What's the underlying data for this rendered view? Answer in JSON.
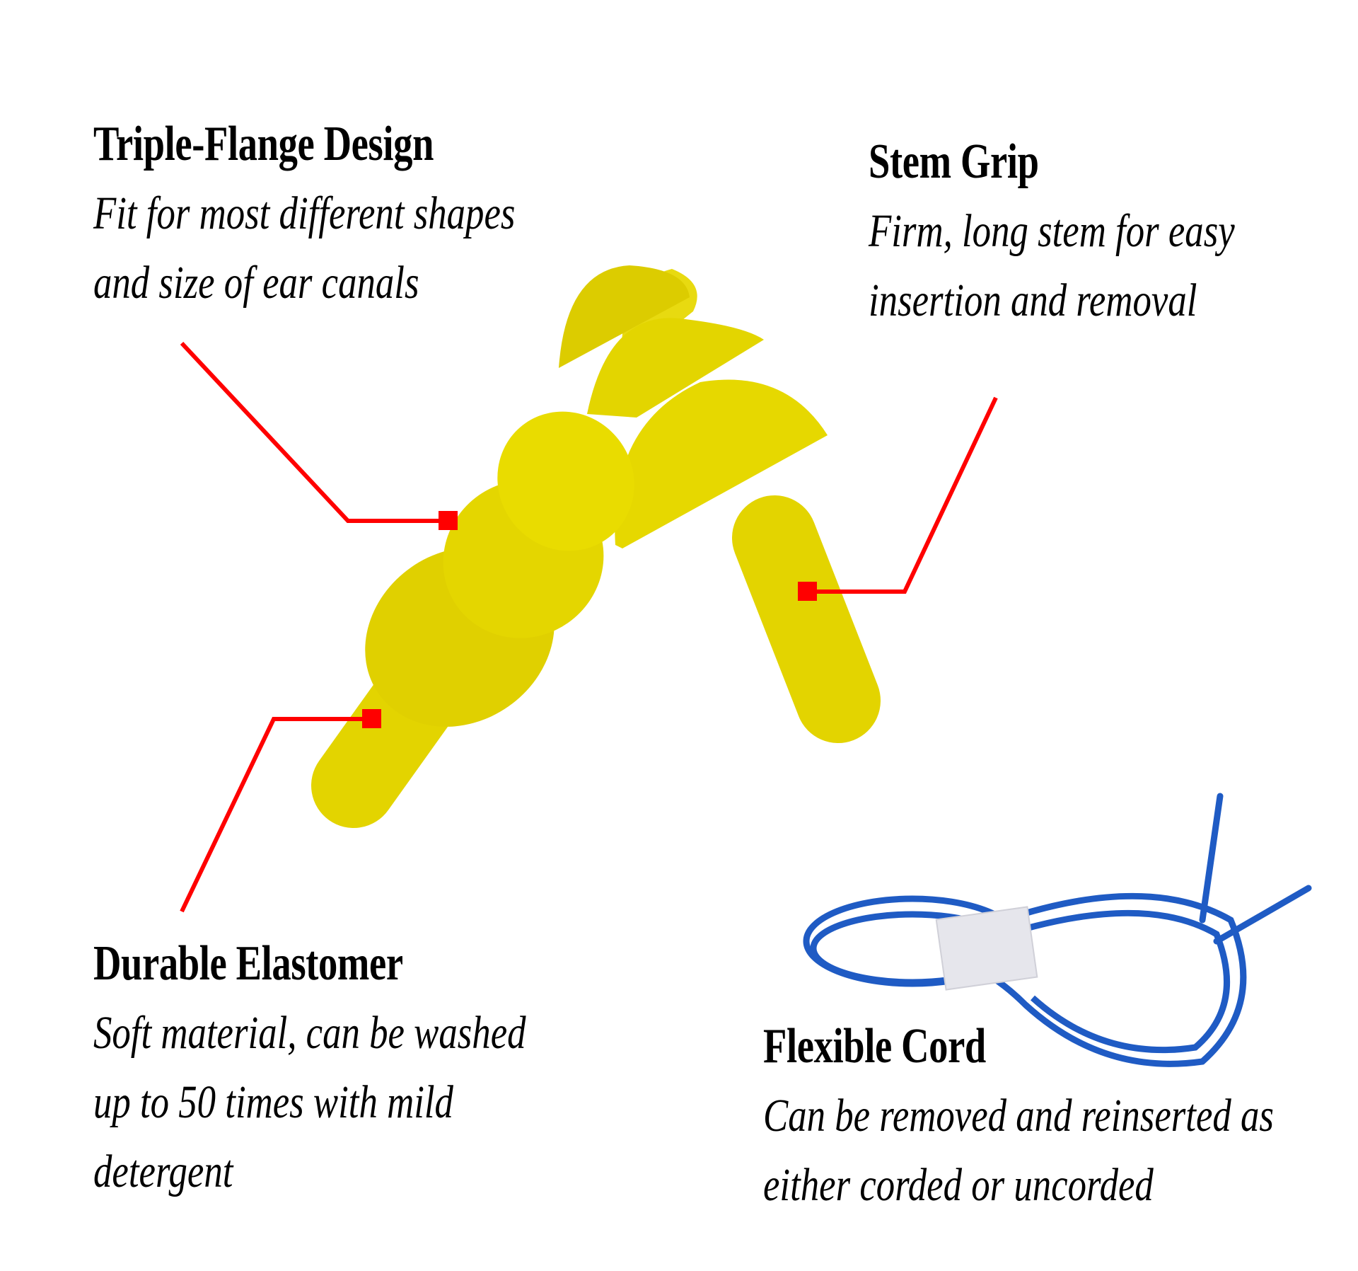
{
  "features": [
    {
      "title": "Triple-Flange Design",
      "lines": [
        "Fit for most different shapes",
        "and size of ear canals"
      ]
    },
    {
      "title": "Stem Grip",
      "lines": [
        "Firm, long stem for easy",
        "insertion and removal"
      ]
    },
    {
      "title": "Durable Elastomer",
      "lines": [
        "Soft material, can be washed",
        "up to 50 times with mild",
        "detergent"
      ]
    },
    {
      "title": "Flexible Cord",
      "lines": [
        "Can be removed and reinserted as",
        "either corded or uncorded"
      ]
    }
  ],
  "colors": {
    "callout": "#ff0000",
    "earplug": "#e6d800",
    "cord": "#1f5bc4"
  }
}
